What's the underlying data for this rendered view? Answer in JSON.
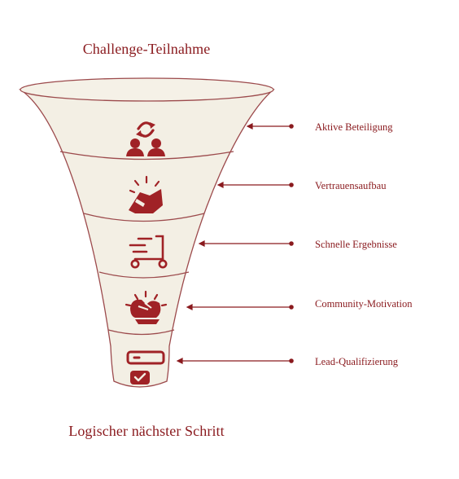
{
  "title_top": "Challenge-Teilnahme",
  "title_bottom": "Logischer nächster Schritt",
  "colors": {
    "accent": "#8a1a1e",
    "fill": "#f3efe4",
    "stroke": "#9c4a4c"
  },
  "stages": [
    {
      "label": "Aktive Beteiligung",
      "icon": "people-exchange-icon"
    },
    {
      "label": "Vertrauensaufbau",
      "icon": "handshake-sparkle-icon"
    },
    {
      "label": "Schnelle Ergebnisse",
      "icon": "fast-scooter-icon"
    },
    {
      "label": "Community-Motivation",
      "icon": "fist-bump-icon"
    },
    {
      "label": "Lead-Qualifizierung",
      "icon": "form-checkmark-icon"
    }
  ]
}
